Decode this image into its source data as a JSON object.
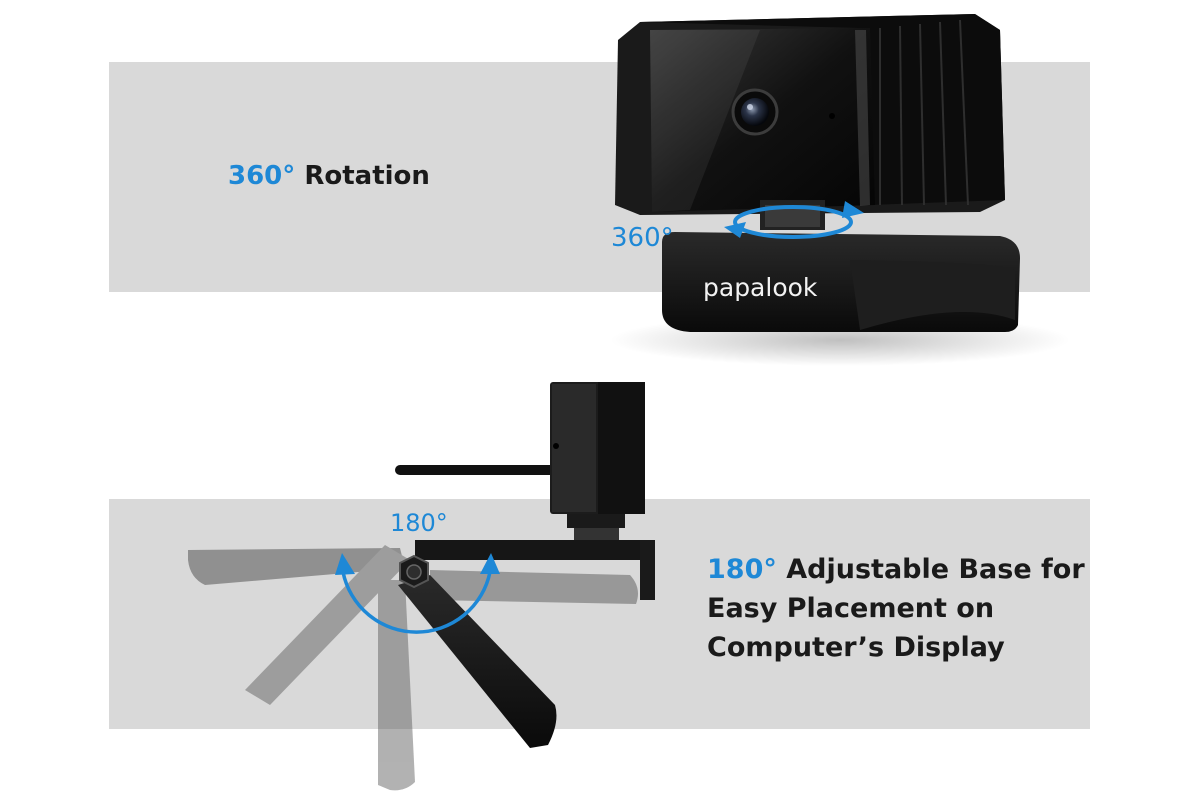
{
  "colors": {
    "accent": "#1e88d6",
    "band": "#d9d9d9",
    "text": "#1a1a1a"
  },
  "rotation_section": {
    "angle": "360°",
    "label": "Rotation",
    "callout": "360°"
  },
  "base_section": {
    "angle": "180°",
    "line1_rest": "Adjustable Base for",
    "line2": "Easy Placement on",
    "line3": "Computer’s Display",
    "callout": "180°"
  },
  "brand": "papalook",
  "icons": {
    "rotation_arrow": "circular-arrow-icon",
    "hinge": "hex-hinge-icon",
    "arc_arrow": "arc-double-arrow-icon"
  }
}
